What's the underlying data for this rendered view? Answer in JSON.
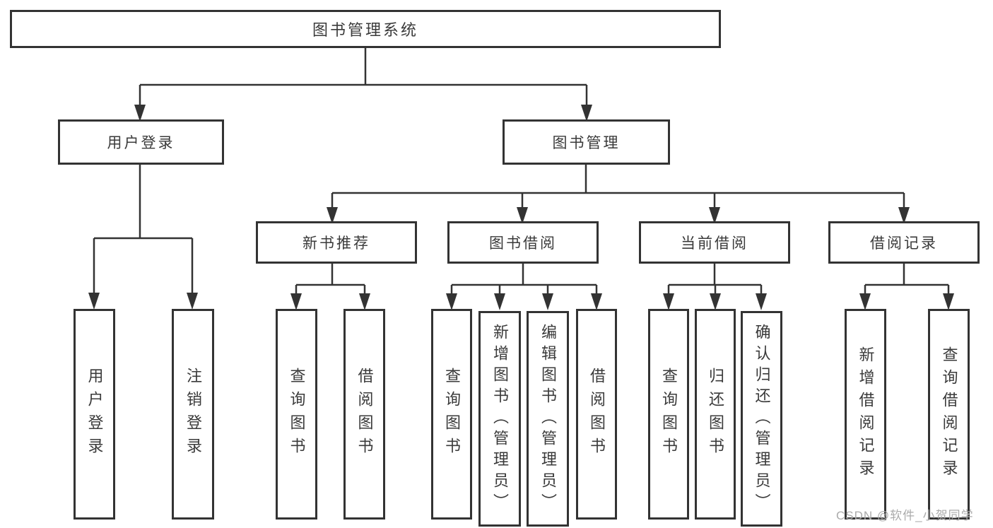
{
  "colors": {
    "line": "#333333",
    "box_border": "#333333",
    "box_background": "#ffffff",
    "text": "#3a3a3a",
    "watermark": "#ababab"
  },
  "tree": {
    "label": "图书管理系统",
    "children": [
      {
        "label": "用户登录",
        "children": [
          {
            "label": "用户登录"
          },
          {
            "label": "注销登录"
          }
        ]
      },
      {
        "label": "图书管理",
        "children": [
          {
            "label": "新书推荐",
            "children": [
              {
                "label": "查询图书"
              },
              {
                "label": "借阅图书"
              }
            ]
          },
          {
            "label": "图书借阅",
            "children": [
              {
                "label": "查询图书"
              },
              {
                "label": "新增图书（管理员）"
              },
              {
                "label": "编辑图书（管理员）"
              },
              {
                "label": "借阅图书"
              }
            ]
          },
          {
            "label": "当前借阅",
            "children": [
              {
                "label": "查询图书"
              },
              {
                "label": "归还图书"
              },
              {
                "label": "确认归还（管理员）"
              }
            ]
          },
          {
            "label": "借阅记录",
            "children": [
              {
                "label": "新增借阅记录"
              },
              {
                "label": "查询借阅记录"
              }
            ]
          }
        ]
      }
    ]
  },
  "watermark": "CSDN @软件_小贺同学"
}
